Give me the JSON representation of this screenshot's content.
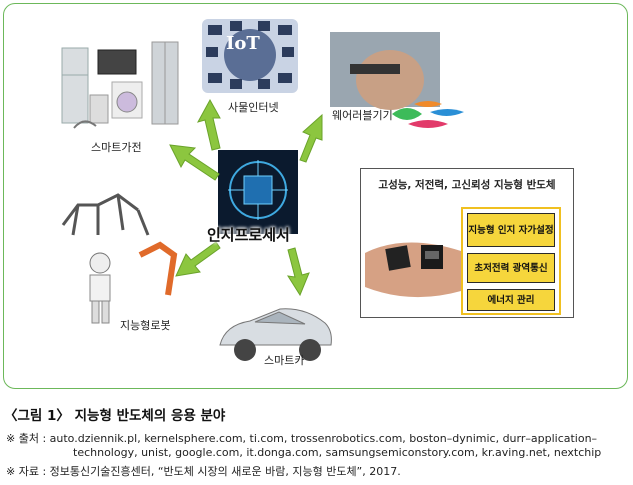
{
  "figure": {
    "nodes": {
      "center": "인지프로세서",
      "home_appliances": "스마트가전",
      "iot": "사물인터넷",
      "wearables": "웨어러블기기",
      "robots": "지능형로봇",
      "car": "스마트카"
    },
    "iot_logo_text": "IoT",
    "panel": {
      "title": "고성능, 저전력, 고신뢰성 지능형 반도체",
      "features": [
        "지능형 인지 자가설정",
        "초저전력 광역통신",
        "에너지 관리"
      ]
    }
  },
  "caption": {
    "title": "〈그림 1〉 지능형 반도체의 응용 분야",
    "source_line1": "※ 출처 : auto.dziennik.pl, kernelsphere.com, ti.com, trossenrobotics.com, boston–dynimic, durr–application–",
    "source_line2": "technology, unist, google.com, it.donga.com, samsungsemiconstory.com, kr.aving.net, nextchip",
    "reference": "※ 자료 : 정보통신기술진흥센터, “반도체 시장의 새로운 바람, 지능형 반도체”, 2017."
  },
  "colors": {
    "frame": "#6cb85a",
    "arrow": "#8cc63f",
    "feature_fill": "#f6d63c",
    "panel_border": "#555555"
  }
}
